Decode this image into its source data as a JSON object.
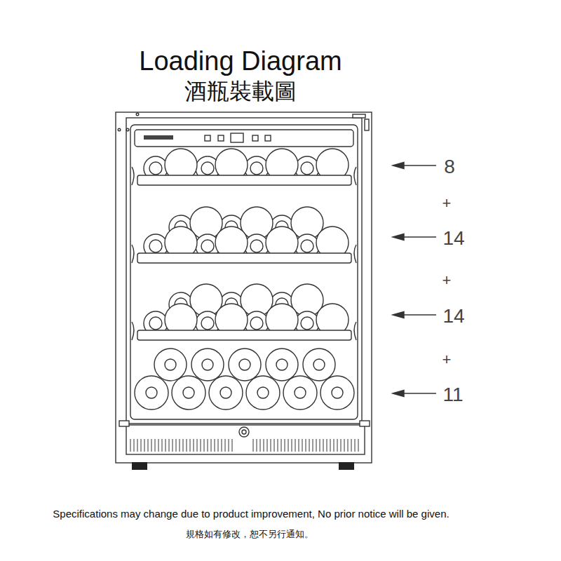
{
  "diagram": {
    "title": "Loading Diagram",
    "labels": [
      "酒瓶裝載圖",
      "8",
      "+",
      "14",
      "+",
      "14",
      "+",
      "11",
      "Specifications may change due to product improvement, No prior notice will be given.",
      "規格如有修改，恕不另行通知。"
    ]
  }
}
